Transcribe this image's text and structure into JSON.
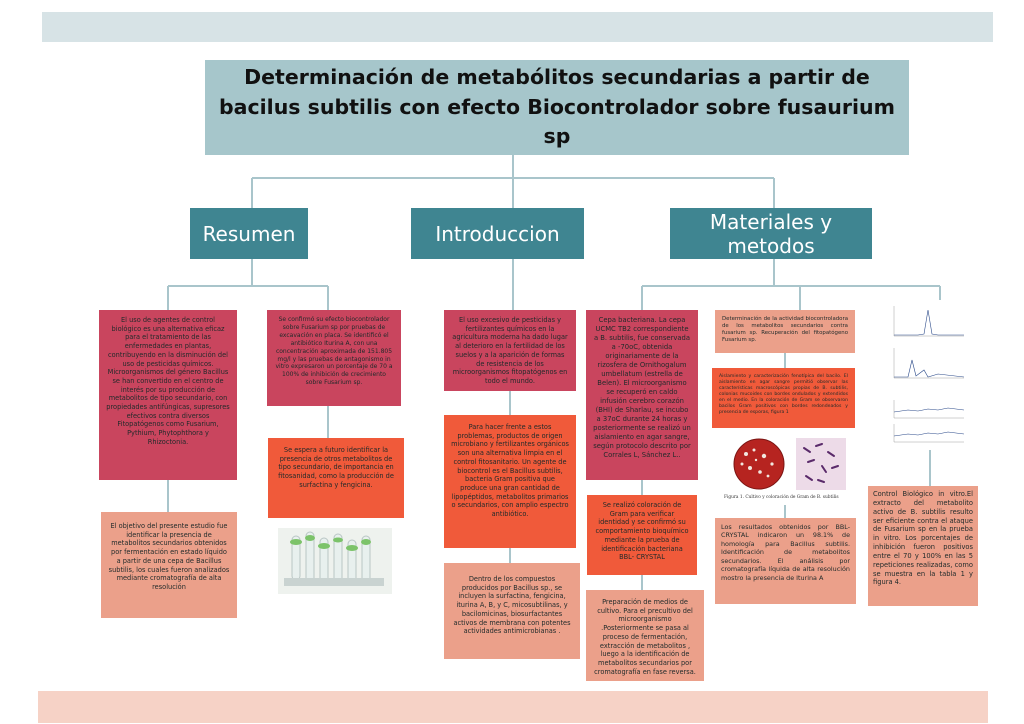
{
  "title": "Determinación de metabólitos secundarias a partir de bacilus subtilis  con efecto Biocontrolador sobre fusaurium sp",
  "sections": {
    "resumen": "Resumen",
    "introduccion": "Introduccion",
    "materiales": "Materiales y metodos"
  },
  "resumen": {
    "box1": "El uso de agentes de control biológico es una alternativa eficaz para el tratamiento de las enfermedades en plantas, contribuyendo en la disminución del uso de pesticidas químicos. Microorganismos del género Bacillus se han convertido en el centro de interés por su producción de metabolitos de tipo secundario, con propiedades antifúngicas, supresores efectivos contra diversos Fitopatógenos como Fusarium, Pythium, Phytophthora y Rhizoctonia.",
    "box2": "El objetivo del presente estudio fue identificar la presencia de metabolitos secundarios obtenidos por fermentación en estado líquido a partir de una cepa de Bacillus subtilis, los cuales fueron analizados mediante cromatografía de alta resolución",
    "box3": "Se confirmó su efecto biocontrolador sobre Fusarium sp por pruebas de excavación en placa. Se identificó el antibiótico Iturina A, con una concentración aproximada de 151.805 mg/l y las pruebas de antagonismo in vitro expresaron un porcentaje de 70 a 100% de inhibición de crecimiento sobre Fusarium sp.",
    "box4": "Se espera a futuro identificar la presencia de otros metabolitos de tipo secundario, de importancia en fitosanidad, como la producción de surfactina y fengicina."
  },
  "introduccion": {
    "box1": "El uso excesivo de pesticidas y fertilizantes químicos en la agricultura moderna ha dado lugar al deterioro en la fertilidad de los suelos y a la aparición de formas de resistencia de los microorganismos fitopatógenos en todo el mundo.",
    "box2": "Para hacer frente a estos problemas, productos de origen microbiano y fertilizantes orgánicos son una alternativa limpia en el control fitosanitario. Un agente de biocontrol es el Bacillus subtilis, bacteria Gram positiva que produce una gran cantidad de lipopéptidos, metabolitos primarios o secundarios, con amplio espectro antibiótico.",
    "box3": "Dentro de los compuestos producidos por Bacillus sp., se incluyen la surfactina, fengicina, iturina A, B, y C, micosubtilinas, y bacilomicinas, biosurfactantes activos de membrana con potentes actividades antimicrobianas ."
  },
  "materiales": {
    "box1": "Cepa bacteriana. La cepa UCMC TB2 correspondiente a B. subtilis, fue  conservada a -70oC, obtenida originariamente de la rizosfera de Ornithogalum umbellatum (estrella de Belen). El microorganismo se recuperó en caldo infusión cerebro corazón (BHI) de Sharlau, se incubo a 37oC durante 24 horas y posteriormente se realizó un aislamiento en agar sangre, según protocolo descrito por Corrales L, Sánchez L..",
    "box2": "Se realizó coloración de Gram para verificar identidad y se confirmó su comportamiento bioquímico mediante la prueba de identificación bacteriana BBL- CRYSTAL",
    "box3": "Preparación de medios de cultivo. Para el precultivo del microorganismo .Posteriormente se pasa al proceso de fermentación, extracción de metabolitos , luego a la identificación de metabolitos secundarios por cromatografía en fase reversa.",
    "box4": "Determinación de la actividad biocontroladora de los metabolitos secundarios contra fusarium sp. Recuperación del fitopatógeno Fusarium sp.",
    "box5": "Aislamiento y caracterización fenotípica del bacilo. El aislamiento en agar sangre permitió observar las características macroscópicas propias de B. subtilis, colonias mucoides con bordes ondulados y extendidos en el medio. En la coloración de Gram se observaron bacilos Gram positivos con bordes redondeados y presencia de esporas, figura 1",
    "figure_caption": "Figura 1. Cultivo y coloración de Gram de B. subtilis",
    "box6": "Los resultados obtenidos por BBL-CRYSTAL indicaron un 98.1% de homología para Bacillus subtilis. Identificación de metabolitos secundarios. El análisis por cromatografía líquida de alta resolución mostro la presencia de Iturina A",
    "box7": "Control Biológico in vitro.El extracto del metabolito activo de B. subtilis resulto ser eficiente contra el ataque de Fusarium sp en la prueba in vitro. Los porcentajes de inhibición fueron positivos entre el 70 y 100% en las 5 repeticiones realizadas, como se muestra en la tabla 1 y figura 4."
  },
  "colors": {
    "top_band": "#d7e3e6",
    "bottom_band": "#f6d2c6",
    "title_bg": "#a6c6cb",
    "section_bg": "#3f8591",
    "connector": "#a9c5cb",
    "crimson": "#c9455e",
    "orange": "#f05a3a",
    "salmon": "#eba08a"
  }
}
